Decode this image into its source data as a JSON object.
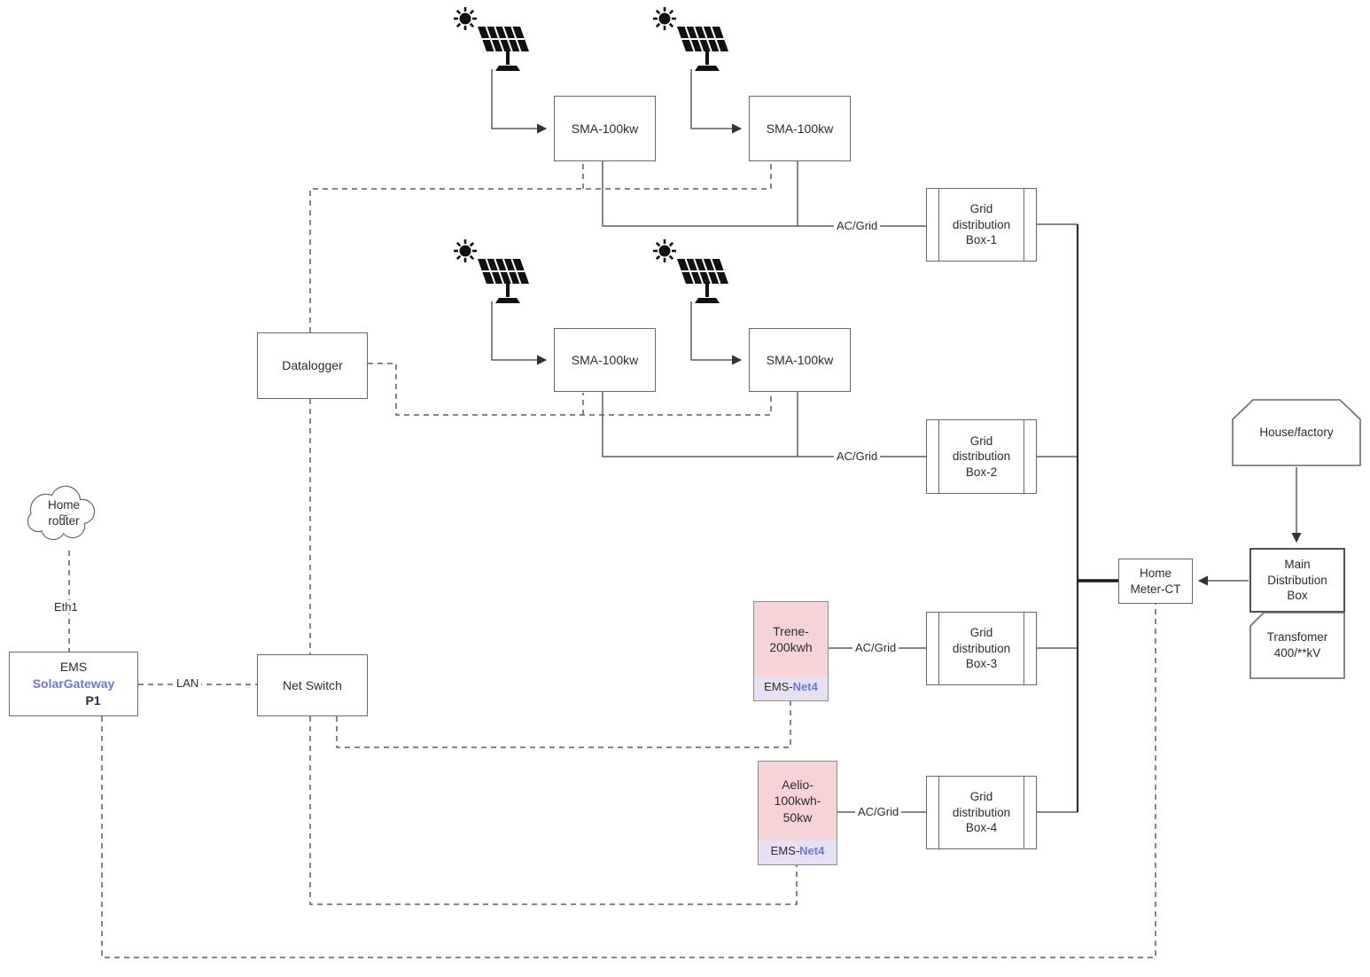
{
  "diagram": {
    "inverters": [
      {
        "label": "SMA-100kw"
      },
      {
        "label": "SMA-100kw"
      },
      {
        "label": "SMA-100kw"
      },
      {
        "label": "SMA-100kw"
      }
    ],
    "grid_boxes": [
      {
        "label": "Grid\ndistribution\nBox-1"
      },
      {
        "label": "Grid\ndistribution\nBox-2"
      },
      {
        "label": "Grid\ndistribution\nBox-3"
      },
      {
        "label": "Grid\ndistribution\nBox-4"
      }
    ],
    "datalogger": {
      "label": "Datalogger"
    },
    "net_switch": {
      "label": "Net Switch"
    },
    "router": {
      "label": "Home\nrouter"
    },
    "ems_gateway": {
      "line1": "EMS",
      "line2": "SolarGateway",
      "line3": "P1"
    },
    "battery_trene": {
      "name": "Trene-\n200kwh",
      "ems_prefix": "EMS-",
      "ems_net": "Net4"
    },
    "battery_aelio": {
      "name": "Aelio-\n100kwh-\n50kw",
      "ems_prefix": "EMS-",
      "ems_net": "Net4"
    },
    "home_meter": {
      "label": "Home\nMeter-CT"
    },
    "main_distribution": {
      "label": "Main\nDistribution\nBox"
    },
    "transformer": {
      "label": "Transfomer\n400/**kV"
    },
    "house": {
      "label": "House/factory"
    },
    "line_labels": {
      "ac_grid": "AC/Grid",
      "eth1": "Eth1",
      "lan": "LAN"
    }
  },
  "icons": {
    "solar_panel": "solar-panel-with-sun-icon",
    "router_cloud": "cloud-icon"
  },
  "colors": {
    "accent_blue": "#7277d0",
    "battery_pink": "#f5d3d7",
    "ems_net_strip": "#e6e0f2",
    "wire_gray": "#5f5f5f",
    "bus_black": "#1a1a1a"
  }
}
